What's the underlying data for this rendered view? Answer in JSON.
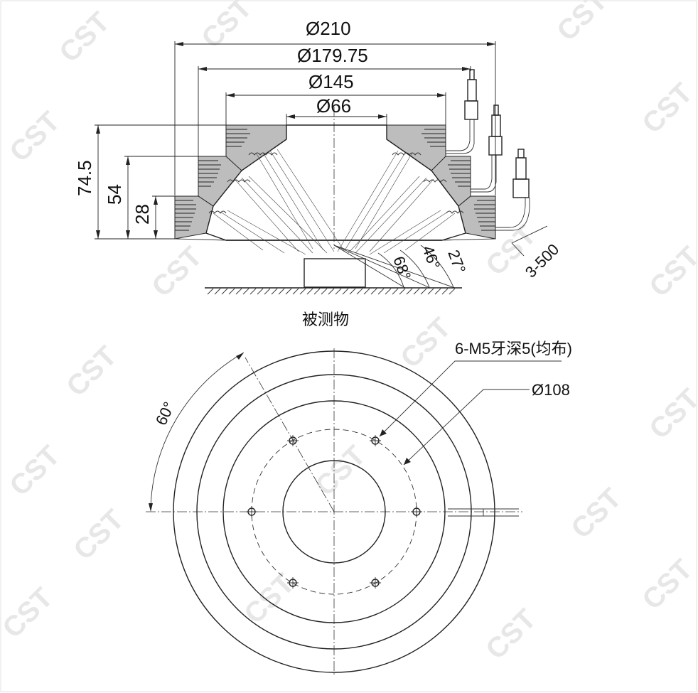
{
  "drawing": {
    "watermark": "CST",
    "object_label": "被测物",
    "dims_top": [
      "Ø210",
      "Ø179.75",
      "Ø145",
      "Ø66"
    ],
    "dims_height": [
      "74.5",
      "54",
      "28"
    ],
    "angles": [
      "68°",
      "46°",
      "27°"
    ],
    "cable_length": "3-500",
    "thread_note": "6-M5牙深5(均布)",
    "bolt_circle": "Ø108",
    "hole_angle": "60°"
  }
}
